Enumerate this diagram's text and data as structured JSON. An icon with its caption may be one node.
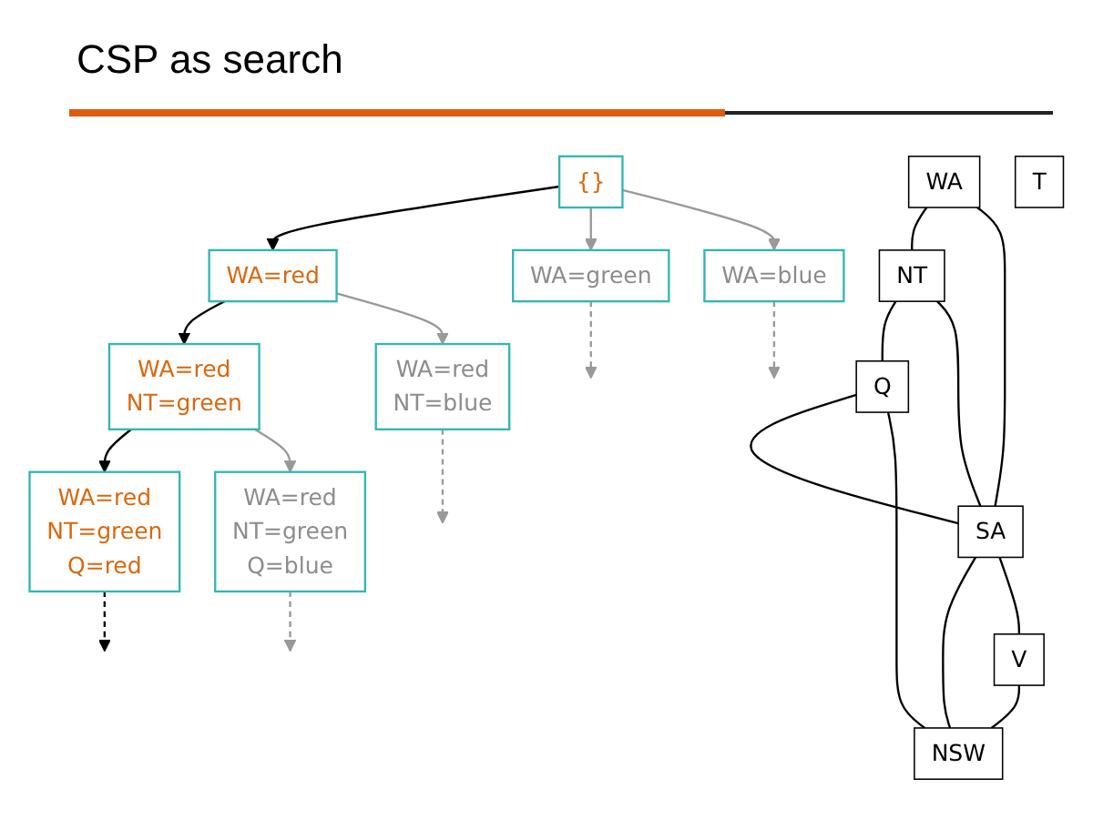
{
  "diagram": {
    "title": "CSP as search",
    "nodes": [
      {
        "text": [
          "{}"
        ]
      },
      {
        "text": [
          "WA=red"
        ]
      },
      {
        "text": [
          "WA=green"
        ]
      },
      {
        "text": [
          "WA=blue"
        ]
      },
      {
        "text": [
          "WA=red",
          "NT=green"
        ]
      },
      {
        "text": [
          "WA=red",
          "NT=blue"
        ]
      },
      {
        "text": [
          "WA=red",
          "NT=green",
          "Q=red"
        ]
      },
      {
        "text": [
          "WA=red",
          "NT=green",
          "Q=blue"
        ]
      },
      {
        "text": [
          "WA"
        ]
      },
      {
        "text": [
          "NT"
        ]
      },
      {
        "text": [
          "Q"
        ]
      },
      {
        "text": [
          "SA"
        ]
      },
      {
        "text": [
          "NSW"
        ]
      },
      {
        "text": [
          "V"
        ]
      },
      {
        "text": [
          "T"
        ]
      }
    ],
    "edges": [
      {
        "from": 0,
        "to": 1,
        "arrow": "to"
      },
      {
        "from": 0,
        "to": 2,
        "arrow": "to",
        "color": "#999999"
      },
      {
        "from": 0,
        "to": 3,
        "arrow": "to",
        "color": "#999999"
      },
      {
        "from": 1,
        "to": 4,
        "arrow": "to"
      },
      {
        "from": 1,
        "to": 5,
        "arrow": "to",
        "color": "#999999"
      },
      {
        "from": 2,
        "to": null,
        "arrow": "to",
        "style": "dashed",
        "color": "#999999"
      },
      {
        "from": 3,
        "to": null,
        "arrow": "to",
        "style": "dashed",
        "color": "#999999"
      },
      {
        "from": 4,
        "to": 6,
        "arrow": "to"
      },
      {
        "from": 4,
        "to": 7,
        "arrow": "to",
        "color": "#999999"
      },
      {
        "from": 5,
        "to": null,
        "arrow": "to",
        "style": "dashed",
        "color": "#999999"
      },
      {
        "from": 6,
        "to": null,
        "arrow": "to",
        "style": "dashed"
      },
      {
        "from": 7,
        "to": null,
        "arrow": "to",
        "style": "dashed",
        "color": "#999999"
      },
      {
        "from": 8,
        "to": 9,
        "arrow": "none"
      },
      {
        "from": 8,
        "to": 11,
        "arrow": "none"
      },
      {
        "from": 9,
        "to": 10,
        "arrow": "none"
      },
      {
        "from": 9,
        "to": 11,
        "arrow": "none"
      },
      {
        "from": 10,
        "to": 11,
        "arrow": "none"
      },
      {
        "from": 10,
        "to": 12,
        "arrow": "none"
      },
      {
        "from": 11,
        "to": 12,
        "arrow": "none"
      },
      {
        "from": 11,
        "to": 13,
        "arrow": "none"
      },
      {
        "from": 13,
        "to": 12,
        "arrow": "none"
      }
    ]
  }
}
